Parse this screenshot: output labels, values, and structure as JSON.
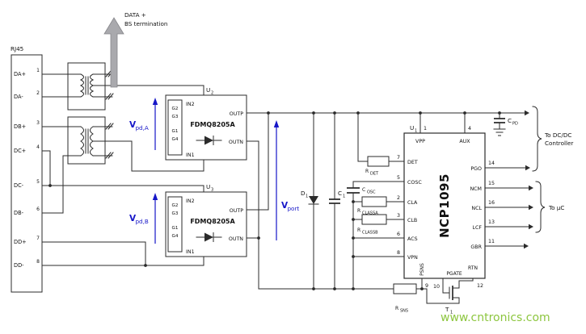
{
  "watermark": "www.cntronics.com",
  "colors": {
    "wire": "#2b2b2b",
    "accent_blue": "#1616c8",
    "arrow_gray": "#a9a9ad",
    "watermark_green": "#8dc63f",
    "background": "#ffffff"
  },
  "rj45": {
    "label": "RJ45",
    "pins": [
      {
        "name": "DA+",
        "num": "1"
      },
      {
        "name": "DA-",
        "num": "2"
      },
      {
        "name": "DB+",
        "num": "3"
      },
      {
        "name": "DC+",
        "num": "4"
      },
      {
        "name": "DC-",
        "num": "5"
      },
      {
        "name": "DB-",
        "num": "6"
      },
      {
        "name": "DD+",
        "num": "7"
      },
      {
        "name": "DD-",
        "num": "8"
      }
    ]
  },
  "termination_note": {
    "line1": "DATA +",
    "line2": "BS termination"
  },
  "bridge": {
    "part": "FDMQ8205A",
    "in2": "IN2",
    "in1": "IN1",
    "outp": "OUTP",
    "outn": "OUTN",
    "g2": "G2",
    "g3": "G3",
    "g1": "G1",
    "g4": "G4"
  },
  "refs": {
    "u1": {
      "base": "U",
      "sub": "1"
    },
    "u2": {
      "base": "U",
      "sub": "2"
    },
    "u3": {
      "base": "U",
      "sub": "3"
    },
    "d1": {
      "base": "D",
      "sub": "1"
    },
    "c1": {
      "base": "C",
      "sub": "1"
    },
    "t1": {
      "base": "T",
      "sub": "1"
    },
    "cpd": {
      "base": "C",
      "sub": "PD"
    },
    "rdet": {
      "base": "R",
      "sub": "DET"
    },
    "cosc": {
      "base": "C",
      "sub": "OSC"
    },
    "rclassa": {
      "base": "R",
      "sub": "CLASSA"
    },
    "rclassb": {
      "base": "R",
      "sub": "CLASSB"
    },
    "rsns": {
      "base": "R",
      "sub": "SNS"
    }
  },
  "voltages": {
    "vpda": {
      "base": "V",
      "sub": "pd,A"
    },
    "vpdb": {
      "base": "V",
      "sub": "pd,B"
    },
    "vport": {
      "base": "V",
      "sub": "port"
    }
  },
  "ic": {
    "part": "NCP1095",
    "pins_left": [
      {
        "label": "DET",
        "num": "7"
      },
      {
        "label": "COSC",
        "num": "5"
      },
      {
        "label": "CLA",
        "num": "2"
      },
      {
        "label": "CLB",
        "num": "3"
      },
      {
        "label": "ACS",
        "num": "6"
      },
      {
        "label": "VPN",
        "num": "8"
      }
    ],
    "pins_top": [
      {
        "label": "VPP",
        "num": "1"
      },
      {
        "label": "AUX",
        "num": "4"
      }
    ],
    "pins_right": [
      {
        "label": "PGO",
        "num": "14"
      },
      {
        "label": "NCM",
        "num": "15"
      },
      {
        "label": "NCL",
        "num": "16"
      },
      {
        "label": "LCF",
        "num": "13"
      },
      {
        "label": "GBR",
        "num": "11"
      }
    ],
    "pins_bottom": [
      {
        "label": "PSNS",
        "num": "9"
      },
      {
        "label": "PGATE",
        "num": "10"
      },
      {
        "label": "RTN",
        "num": "12"
      }
    ]
  },
  "outputs": {
    "dcdc_line1": "To DC/DC",
    "dcdc_line2": "Controller",
    "uc": "To μC"
  }
}
